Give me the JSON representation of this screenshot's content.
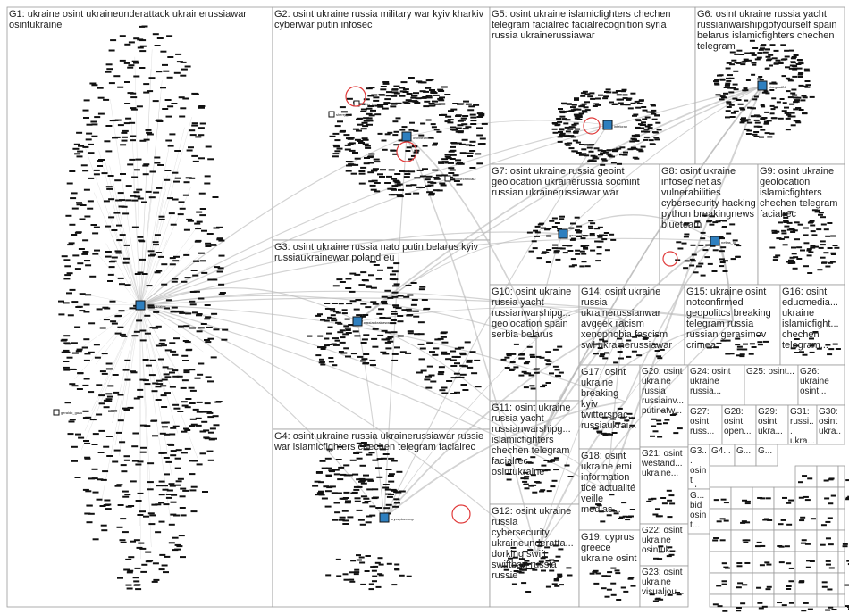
{
  "groups": [
    {
      "id": "G1",
      "label": "G1: ukraine osint ukraineunderattack ukrainerussiawar osintukraine"
    },
    {
      "id": "G2",
      "label": "G2: osint ukraine russia military war kyiv kharkiv cyberwar putin infosec"
    },
    {
      "id": "G3",
      "label": "G3: osint ukraine russia nato putin belarus kyiv russiaukrainewar poland eu"
    },
    {
      "id": "G4",
      "label": "G4: osint ukraine russia ukrainerussiawar russie war islamicfighters chechen telegram facialrec"
    },
    {
      "id": "G5",
      "label": "G5: osint ukraine islamicfighters chechen telegram facialrec facialrecognition syria russia ukrainerussiawar"
    },
    {
      "id": "G6",
      "label": "G6: osint ukraine russia yacht russianwarshipgofyourself spain belarus islamicfighters chechen telegram"
    },
    {
      "id": "G7",
      "label": "G7: osint ukraine russia geoint geolocation ukrainerussia socmint russian ukrainerussiawar war"
    },
    {
      "id": "G8",
      "label": "G8: osint ukraine infosec netlas vulnerabilities cybersecurity hacking python breakingnews blueteam"
    },
    {
      "id": "G9",
      "label": "G9: osint ukraine geolocation islamicfighters chechen telegram facialrec"
    },
    {
      "id": "G10",
      "label": "G10: osint ukraine russia yacht russianwarshipg... geolocation spain serbia belarus"
    },
    {
      "id": "G11",
      "label": "G11: osint ukraine russia yacht russianwarshipg... islamicfighters chechen telegram facialrec osintukraine"
    },
    {
      "id": "G12",
      "label": "G12: osint ukraine russia cybersecurity ukraineunderatta... dorking swift swiftban russia russie"
    },
    {
      "id": "G14",
      "label": "G14: osint ukraine russia ukrainerussianwar avgeek racism xenophobia fascism swl ukrainerussiawar"
    },
    {
      "id": "G15",
      "label": "G15: ukraine osint notconfirmed geopolitcs breaking telegram russia russian gerasimov crimea"
    },
    {
      "id": "G16",
      "label": "G16: osint educmedia... ukraine islamicfight... chechen telegram..."
    },
    {
      "id": "G17",
      "label": "G17: osint ukraine breaking kyiv twitterspac... russiaukrai..."
    },
    {
      "id": "G18",
      "label": "G18: osint ukraine emi information tice actualité veille medias..."
    },
    {
      "id": "G19",
      "label": "G19: cyprus greece ukraine osint"
    },
    {
      "id": "G20",
      "label": "G20: osint ukraine russia russiainv... putinatw..."
    },
    {
      "id": "G21",
      "label": "G21: osint westand... ukraine..."
    },
    {
      "id": "G22",
      "label": "G22: osint ukraine osintuk..."
    },
    {
      "id": "G23",
      "label": "G23: osint ukraine visualjou..."
    },
    {
      "id": "G24",
      "label": "G24: osint ukraine russia..."
    },
    {
      "id": "G25",
      "label": "G25: osint..."
    },
    {
      "id": "G26",
      "label": "G26: ukraine osint..."
    },
    {
      "id": "G27",
      "label": "G27: osint russ..."
    },
    {
      "id": "G28",
      "label": "G28: osint open..."
    },
    {
      "id": "G29",
      "label": "G29: osint ukra..."
    },
    {
      "id": "G31",
      "label": "G31: russi... ukra..."
    },
    {
      "id": "G30",
      "label": "G30: osint ukra..."
    },
    {
      "id": "G3x",
      "label": "G3... osint ukr..."
    },
    {
      "id": "Gbid",
      "label": "G... bid osint..."
    },
    {
      "id": "G4x",
      "label": "G4..."
    },
    {
      "id": "Gsm1",
      "label": "G..."
    },
    {
      "id": "Gsm2",
      "label": "G..."
    }
  ],
  "node_labels": {
    "g1_hub": "osintukraine",
    "g1_side": "geraldo_gazu",
    "g2_hub": "osinttechnical",
    "g2_a": "sherry_32",
    "g2_b": "osinttechnical2",
    "g2_c": "nexta_tv",
    "g3_hub": "russiaukrainewar",
    "g4_hub": "oryxspioenkop",
    "g5_hub": "intelcrab",
    "g6_hub": "visegrad24",
    "g7_hub": "geoconfirmed",
    "g8_hub": "netlas_io"
  },
  "colors": {
    "node": "#111111",
    "edge": "#b5b5b5",
    "highlight": "#e03a3a",
    "box": "#9a9a9a",
    "accent": "#2e7fbf"
  }
}
